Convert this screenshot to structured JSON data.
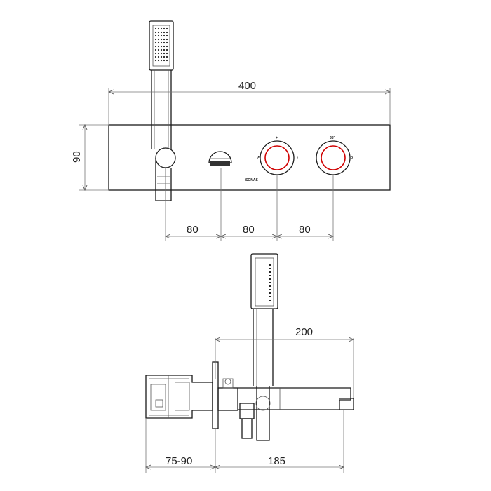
{
  "top_view": {
    "dim_width": "400",
    "dim_height": "90",
    "dim_spacing_1": "80",
    "dim_spacing_2": "80",
    "dim_spacing_3": "80",
    "brand_label": "SONAS"
  },
  "side_view": {
    "dim_spout": "200",
    "dim_depth": "75-90",
    "dim_projection": "185"
  },
  "colors": {
    "line": "#1a1a1a",
    "dimension": "#777777",
    "accent": "#d00000"
  }
}
